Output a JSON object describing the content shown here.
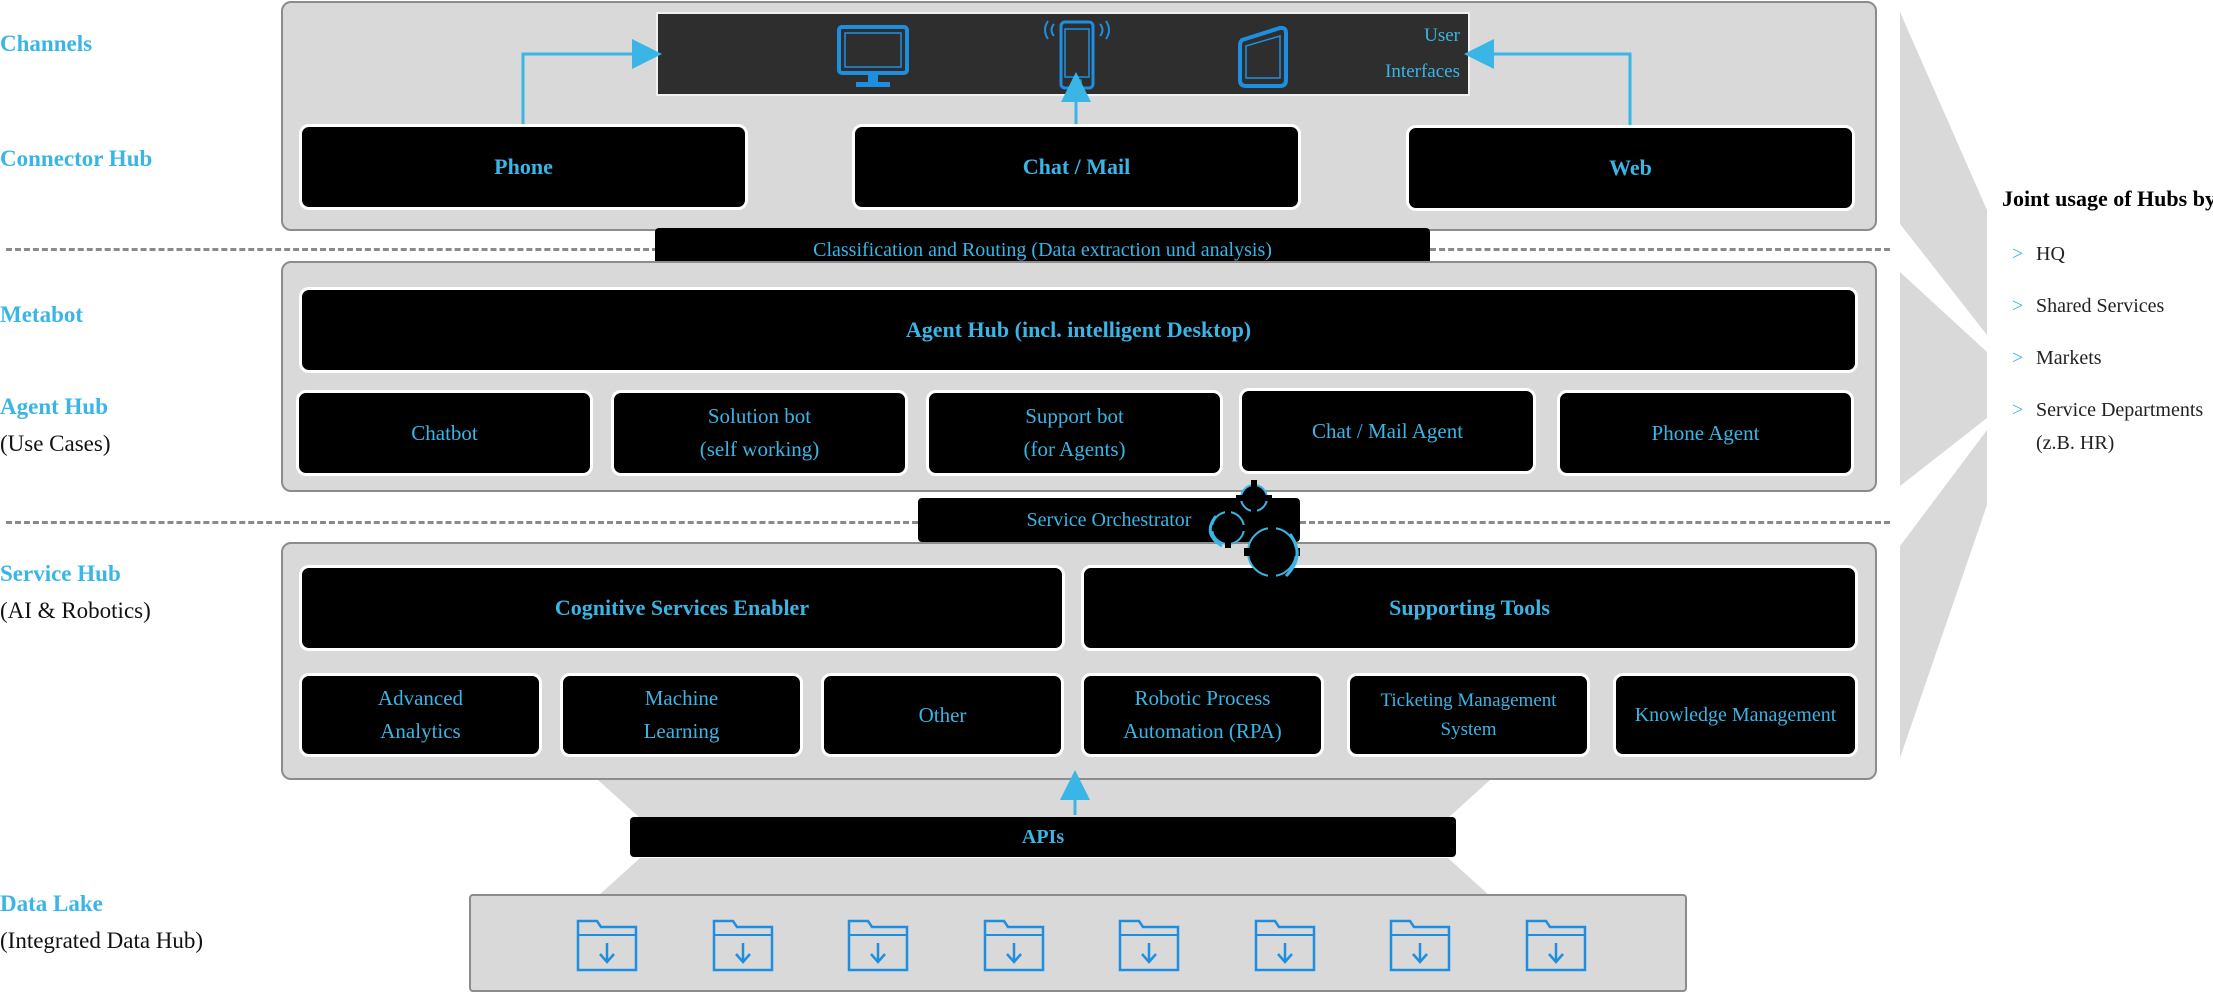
{
  "colors": {
    "accent": "#39b5e6",
    "panel": "#d9d9d9",
    "panel_border": "#8c8c8c",
    "box": "#000000"
  },
  "layers": {
    "channels": {
      "title": "Channels"
    },
    "connector_hub": {
      "title": "Connector Hub"
    },
    "metabot": {
      "title": "Metabot"
    },
    "agent_hub": {
      "title": "Agent Hub",
      "subtitle": "(Use Cases)"
    },
    "service_hub": {
      "title": "Service Hub",
      "subtitle": "(AI & Robotics)"
    },
    "data_lake": {
      "title": "Data Lake",
      "subtitle": "(Integrated Data Hub)"
    }
  },
  "user_interfaces": {
    "line1": "User",
    "line2": "Interfaces",
    "icons": [
      "monitor-icon",
      "smartphone-icon",
      "tablet-icon"
    ]
  },
  "connectors": [
    "Phone",
    "Chat / Mail",
    "Web"
  ],
  "routing_bar": "Classification and Routing (Data extraction und analysis)",
  "agent_hub_main": "Agent Hub (incl. intelligent Desktop)",
  "agents": [
    {
      "line1": "Chatbot",
      "line2": ""
    },
    {
      "line1": "Solution bot",
      "line2": "(self working)"
    },
    {
      "line1": "Support bot",
      "line2": "(for Agents)"
    },
    {
      "line1": "Chat / Mail Agent",
      "line2": ""
    },
    {
      "line1": "Phone Agent",
      "line2": ""
    }
  ],
  "orchestrator": "Service Orchestrator",
  "service_main": [
    "Cognitive Services Enabler",
    "Supporting Tools"
  ],
  "services": [
    {
      "line1": "Advanced",
      "line2": "Analytics"
    },
    {
      "line1": "Machine",
      "line2": "Learning"
    },
    {
      "line1": "Other",
      "line2": ""
    },
    {
      "line1": "Robotic Process",
      "line2": "Automation (RPA)"
    },
    {
      "line1": "Ticketing Management",
      "line2": "System"
    },
    {
      "line1": "Knowledge Management",
      "line2": ""
    }
  ],
  "apis": "APIs",
  "data_lake_folders": 8,
  "joint_usage": {
    "title": "Joint usage of Hubs by:",
    "items": [
      {
        "line1": "HQ",
        "line2": ""
      },
      {
        "line1": "Shared Services",
        "line2": ""
      },
      {
        "line1": "Markets",
        "line2": ""
      },
      {
        "line1": "Service Departments",
        "line2": "(z.B. HR)"
      }
    ],
    "bullet": ">"
  }
}
